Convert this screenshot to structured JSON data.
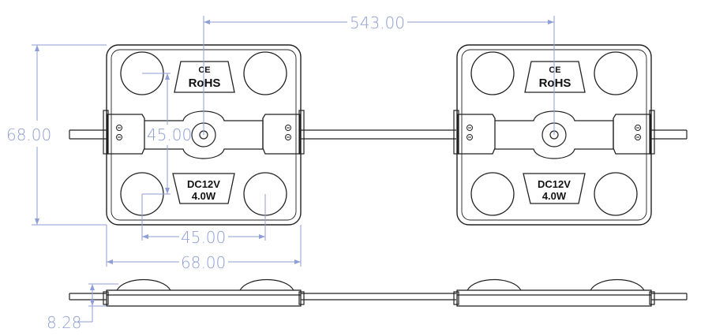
{
  "dimensions": {
    "spacing": "543.00",
    "module_height": "68.00",
    "led_pitch_vertical": "45.00",
    "led_pitch_horizontal": "45.00",
    "module_width": "68.00",
    "thickness": "8.28"
  },
  "module_left": {
    "top_label": {
      "mark": "CE",
      "text": "RoHS"
    },
    "bottom_label": {
      "line1": "DC12V",
      "line2": "4.0W"
    }
  },
  "module_right": {
    "top_label": {
      "mark": "CE",
      "text": "RoHS"
    },
    "bottom_label": {
      "line1": "DC12V",
      "line2": "4.0W"
    }
  },
  "colors": {
    "outline": "#222222",
    "dimension": "#8f9ed6",
    "background": "#ffffff"
  }
}
